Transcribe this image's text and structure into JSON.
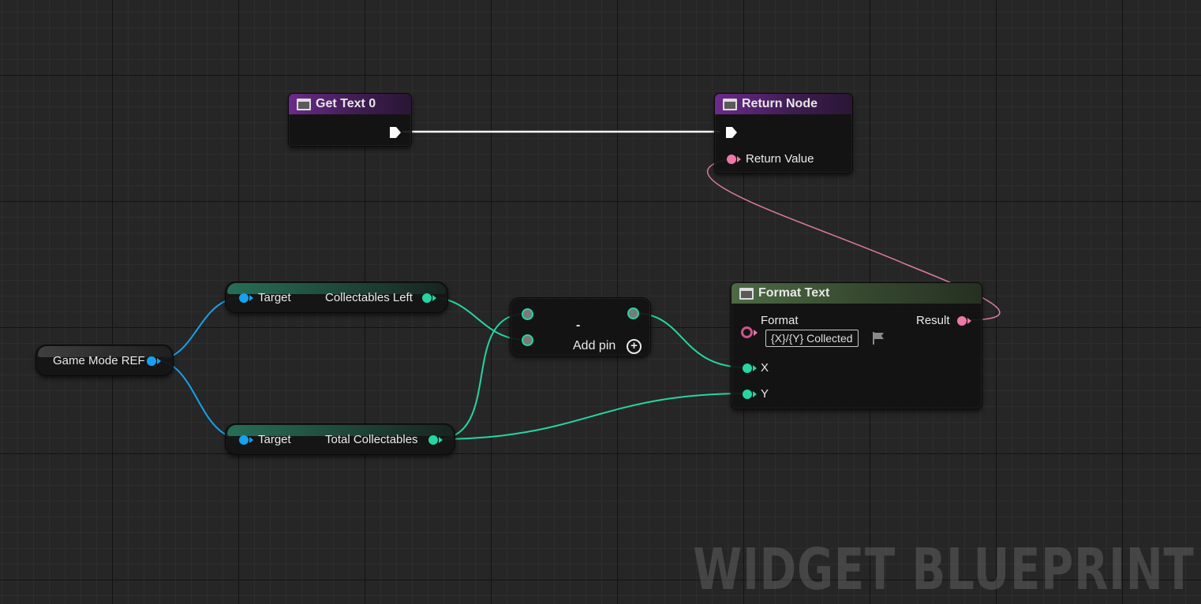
{
  "nodes": {
    "get_text": {
      "title": "Get Text 0"
    },
    "return_node": {
      "title": "Return Node",
      "return_value_label": "Return Value"
    },
    "game_mode": {
      "label": "Game Mode REF"
    },
    "collectables_left": {
      "target_label": "Target",
      "output_label": "Collectables Left"
    },
    "total_collectables": {
      "target_label": "Target",
      "output_label": "Total Collectables"
    },
    "subtract": {
      "symbol": "-",
      "add_pin_label": "Add pin",
      "add_pin_icon": "⊕"
    },
    "format_text": {
      "title": "Format Text",
      "format_label": "Format",
      "format_value": "{X}/{Y} Collected",
      "result_label": "Result",
      "x_label": "X",
      "y_label": "Y"
    }
  },
  "watermark": "WIDGET BLUEPRINT",
  "colors": {
    "exec_wire": "#ffffff",
    "object_pin": "#15a2f0",
    "integer_pin": "#25d6a2",
    "text_pin": "#ee78a8",
    "function_header": "#6c2a8c",
    "pure_header": "#4d6a43"
  },
  "icons": [
    "function-icon",
    "exec-pin-icon",
    "add-pin-icon",
    "localization-flag-icon"
  ]
}
